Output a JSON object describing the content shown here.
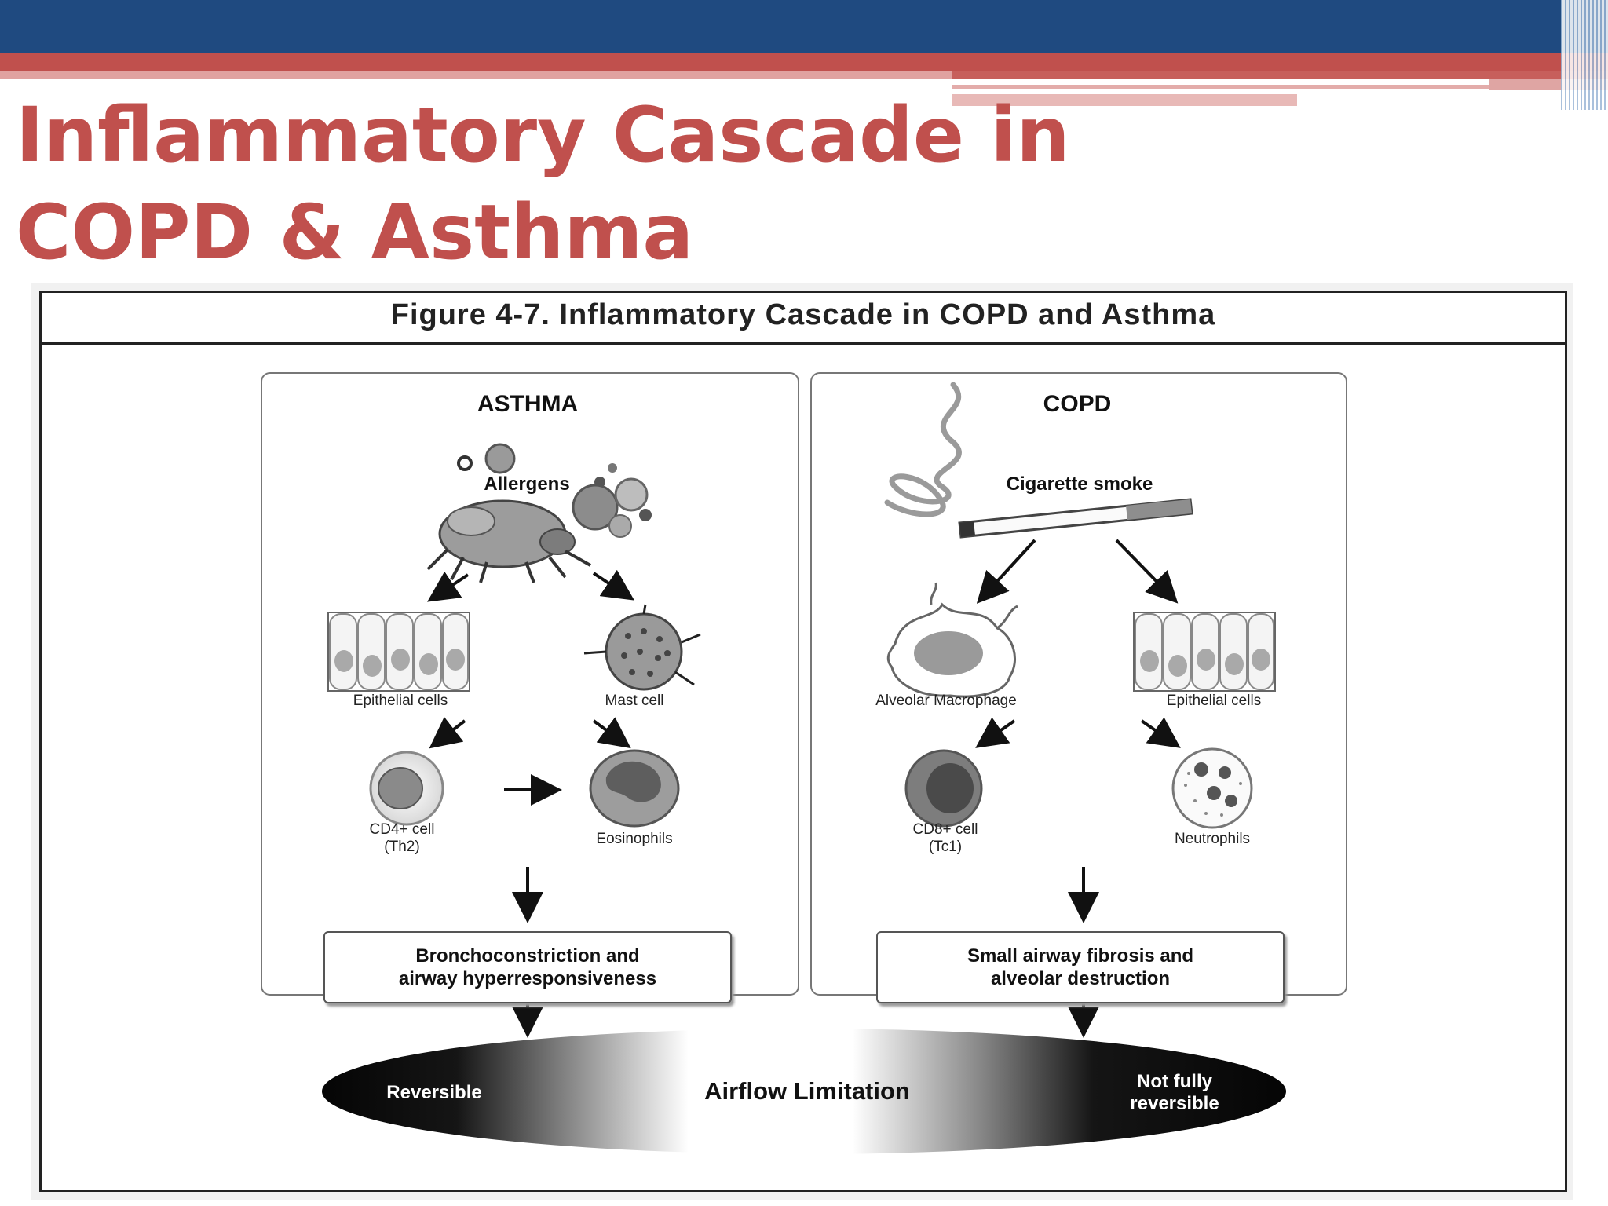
{
  "slide": {
    "title_line1": "Inflammatory Cascade in",
    "title_line2": "COPD & Asthma",
    "accent_color": "#c0504d",
    "header_color": "#1f4a80"
  },
  "figure": {
    "caption": "Figure 4-7.  Inflammatory Cascade in COPD and Asthma",
    "asthma": {
      "heading": "ASTHMA",
      "trigger": "Allergens",
      "cell_left": "Epithelial cells",
      "cell_right": "Mast cell",
      "cell_bottom_left_1": "CD4+ cell",
      "cell_bottom_left_2": "(Th2)",
      "cell_bottom_right": "Eosinophils",
      "outcome_1": "Bronchoconstriction and",
      "outcome_2": "airway hyperresponsiveness"
    },
    "copd": {
      "heading": "COPD",
      "trigger": "Cigarette smoke",
      "cell_left": "Alveolar Macrophage",
      "cell_right": "Epithelial cells",
      "cell_bottom_left_1": "CD8+ cell",
      "cell_bottom_left_2": "(Tc1)",
      "cell_bottom_right": "Neutrophils",
      "outcome_1": "Small airway fibrosis and",
      "outcome_2": "alveolar destruction"
    },
    "airflow": {
      "left": "Reversible",
      "center": "Airflow Limitation",
      "right_1": "Not fully",
      "right_2": "reversible"
    }
  }
}
